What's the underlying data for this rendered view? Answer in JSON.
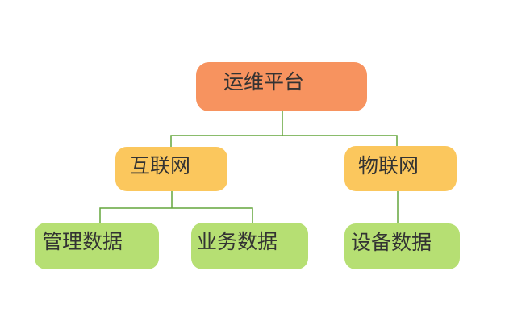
{
  "diagram": {
    "type": "tree",
    "nodes": [
      {
        "id": "root",
        "label": "运维平台",
        "level": 1,
        "role": "root",
        "parent": null
      },
      {
        "id": "internet",
        "label": "互联网",
        "level": 2,
        "role": "branch",
        "parent": "root"
      },
      {
        "id": "iot",
        "label": "物联网",
        "level": 2,
        "role": "branch",
        "parent": "root"
      },
      {
        "id": "mgmt",
        "label": "管理数据",
        "level": 3,
        "role": "leaf",
        "parent": "internet"
      },
      {
        "id": "business",
        "label": "业务数据",
        "level": 3,
        "role": "leaf",
        "parent": "internet"
      },
      {
        "id": "device",
        "label": "设备数据",
        "level": 3,
        "role": "leaf",
        "parent": "iot"
      }
    ],
    "edges": [
      {
        "from": "root",
        "to": "internet"
      },
      {
        "from": "root",
        "to": "iot"
      },
      {
        "from": "internet",
        "to": "mgmt"
      },
      {
        "from": "internet",
        "to": "business"
      },
      {
        "from": "iot",
        "to": "device"
      }
    ],
    "colors": {
      "root": "#F7935F",
      "branch": "#FBC75D",
      "leaf": "#B6DF73",
      "line": "#64A63C",
      "text": "#333333",
      "background": "#FFFFFF"
    }
  }
}
